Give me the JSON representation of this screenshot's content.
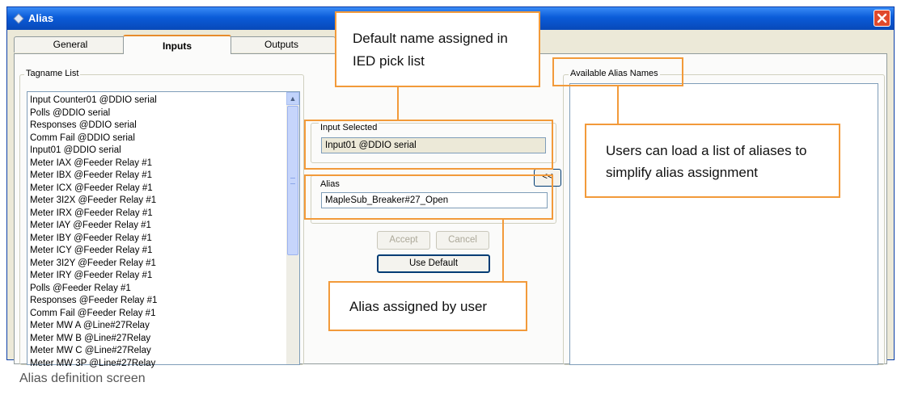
{
  "window": {
    "title": "Alias"
  },
  "tabs": [
    {
      "label": "General"
    },
    {
      "label": "Inputs"
    },
    {
      "label": "Outputs"
    }
  ],
  "tagname_list": {
    "legend": "Tagname List",
    "items": [
      "Input Counter01 @DDIO serial",
      "Polls @DDIO serial",
      "Responses @DDIO serial",
      "Comm Fail @DDIO serial",
      "Input01 @DDIO serial",
      "Meter IAX @Feeder Relay #1",
      "Meter IBX @Feeder Relay #1",
      "Meter ICX @Feeder Relay #1",
      "Meter 3I2X @Feeder Relay #1",
      "Meter IRX @Feeder Relay #1",
      "Meter IAY @Feeder Relay #1",
      "Meter IBY @Feeder Relay #1",
      "Meter ICY @Feeder Relay #1",
      "Meter 3I2Y @Feeder Relay #1",
      "Meter IRY @Feeder Relay #1",
      "Polls @Feeder Relay #1",
      "Responses @Feeder Relay #1",
      "Comm Fail @Feeder Relay #1",
      "Meter MW A @Line#27Relay",
      "Meter MW B @Line#27Relay",
      "Meter MW C @Line#27Relay",
      "Meter MW 3P @Line#27Relay"
    ]
  },
  "input_selected": {
    "label": "Input Selected",
    "value": "Input01 @DDIO serial"
  },
  "alias": {
    "label": "Alias",
    "value": "MapleSub_Breaker#27_Open"
  },
  "buttons": {
    "accept": "Accept",
    "cancel": "Cancel",
    "use_default": "Use Default",
    "move_left": "<<"
  },
  "available_alias": {
    "legend": "Available Alias Names"
  },
  "callouts": {
    "default_name": "Default name assigned in IED pick list",
    "load_aliases": "Users can load a list of aliases to simplify alias assignment",
    "assigned_by_user": "Alias assigned by user"
  },
  "caption": "Alias definition screen",
  "colors": {
    "callout_border": "#f29a3a",
    "title_bar": "#0a5bd8",
    "close_button": "#e0492c"
  }
}
